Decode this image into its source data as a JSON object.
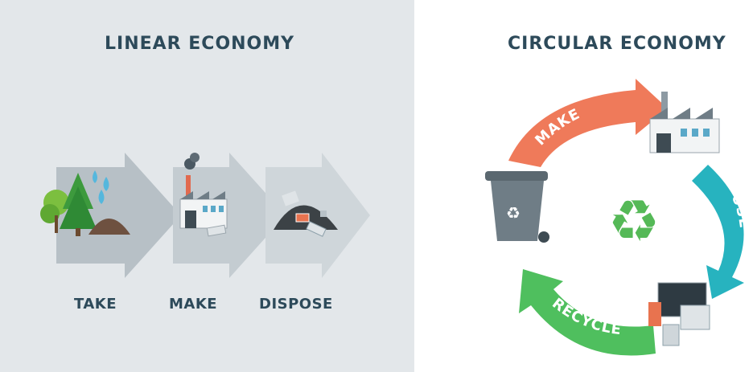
{
  "linear": {
    "title": "LINEAR ECONOMY",
    "steps": [
      "TAKE",
      "MAKE",
      "DISPOSE"
    ]
  },
  "circular": {
    "title": "CIRCULAR ECONOMY",
    "arrows": [
      "MAKE",
      "USE",
      "RECYCLE"
    ]
  },
  "colors": {
    "title_text": "#2d4a5a",
    "make_arrow": "#ef7a5a",
    "use_arrow": "#27b3bf",
    "recycle_arrow": "#4fbf5e",
    "recycle_symbol": "#55b957",
    "linear_bg": "#e3e7ea"
  },
  "icons": [
    "trees-icon",
    "water-drops-icon",
    "factory-icon",
    "trash-pile-icon",
    "recycle-bin-icon",
    "recycle-symbol-icon",
    "devices-icon"
  ]
}
